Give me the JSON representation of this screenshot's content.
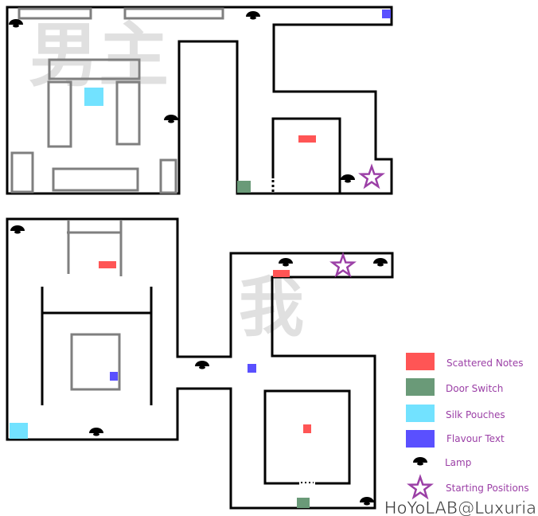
{
  "watermarks": {
    "top_room": "男主",
    "bottom_room": "我"
  },
  "credit": "HoYoLAB@Luxuria",
  "legend": {
    "items": [
      {
        "label": "Scattered Notes",
        "color": "#ff5555",
        "icon": "red-square"
      },
      {
        "label": "Door Switch",
        "color": "#6a9a78",
        "icon": "green-square"
      },
      {
        "label": "Silk Pouches",
        "color": "#72e2ff",
        "icon": "cyan-square"
      },
      {
        "label": "Flavour Text",
        "color": "#5a50ff",
        "icon": "blue-square"
      },
      {
        "label": "Lamp",
        "color": "#f7a030",
        "icon": "lamp-icon"
      },
      {
        "label": "Starting Positions",
        "color": "#9b3fa6",
        "icon": "star-icon"
      }
    ],
    "text_color": "#9b3fa6"
  }
}
